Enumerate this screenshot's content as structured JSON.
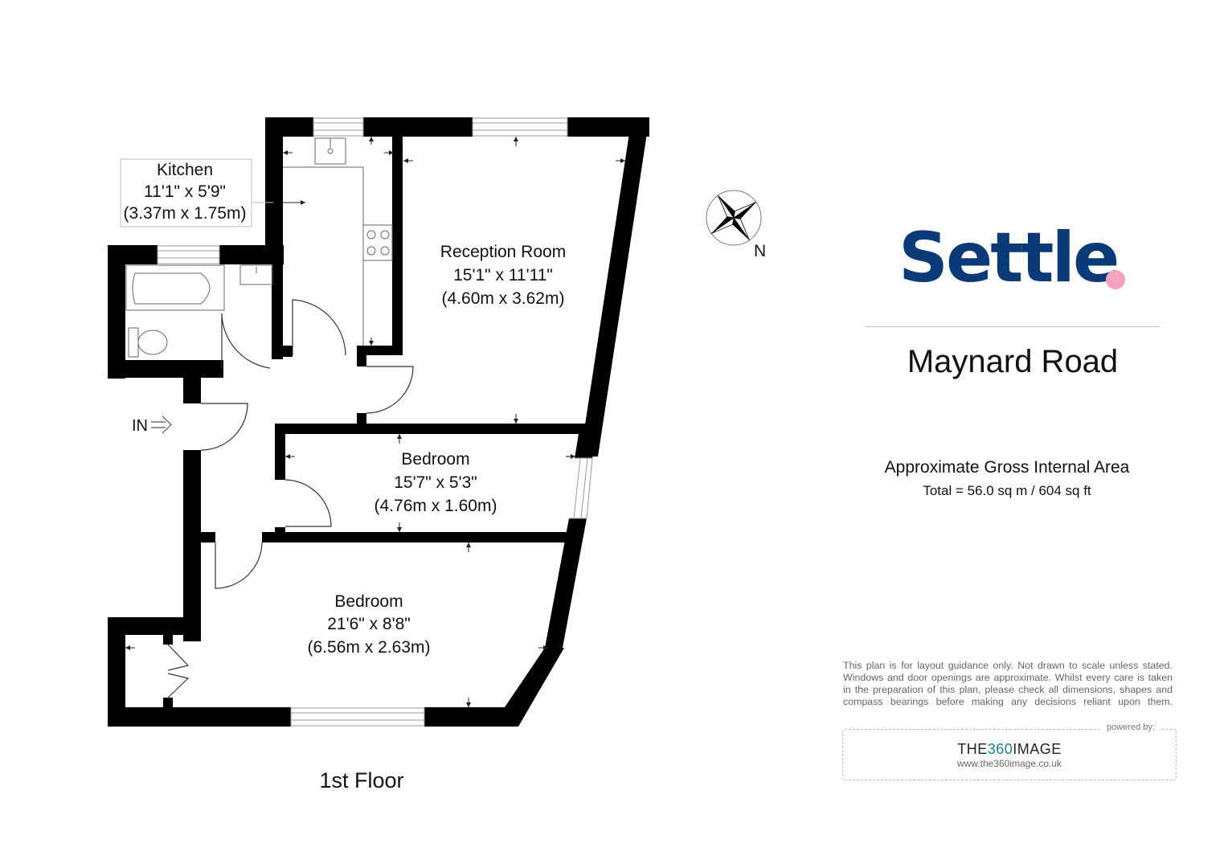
{
  "rooms": {
    "kitchen": {
      "name": "Kitchen",
      "dim_imperial": "11'1\" x 5'9\"",
      "dim_metric": "(3.37m x 1.75m)"
    },
    "reception": {
      "name": "Reception Room",
      "dim_imperial": "15'1\" x 11'11\"",
      "dim_metric": "(4.60m x 3.62m)"
    },
    "bedroom_small": {
      "name": "Bedroom",
      "dim_imperial": "15'7\" x 5'3\"",
      "dim_metric": "(4.76m x 1.60m)"
    },
    "bedroom_large": {
      "name": "Bedroom",
      "dim_imperial": "21'6\" x 8'8\"",
      "dim_metric": "(6.56m x 2.63m)"
    }
  },
  "entrance_label": "IN",
  "floor_label": "1st Floor",
  "compass": {
    "label": "N",
    "icon": "compass-rose-icon"
  },
  "logo": {
    "text": "Settle",
    "brand_color": "#0b3a78",
    "dot_color": "#f6a3c2"
  },
  "property_title": "Maynard Road",
  "area": {
    "title": "Approximate Gross Internal Area",
    "total": "Total = 56.0 sq m / 604 sq ft"
  },
  "disclaimer": [
    "This plan is for layout guidance only. Not drawn to scale unless stated.",
    "Windows and door openings are approximate. Whilst every care is taken",
    "in the preparation of this plan, please check all dimensions, shapes and",
    "compass bearings before making any decisions reliant upon them."
  ],
  "credit": {
    "powered_by": "powered by:",
    "brand_prefix": "THE",
    "brand_mid": "360",
    "brand_suffix": "IMAGE",
    "url": "www.the360image.co.uk"
  },
  "colors": {
    "wall": "#000000",
    "window": "#ffffff",
    "fixture_stroke": "#555555"
  }
}
